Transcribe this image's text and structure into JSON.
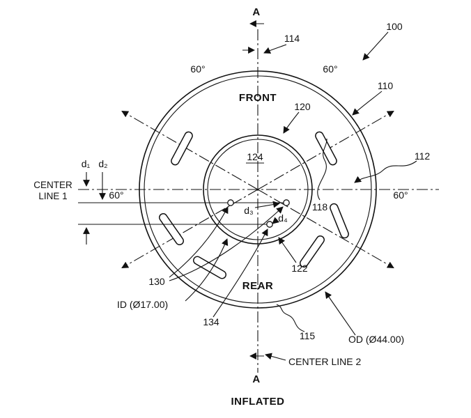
{
  "figure": {
    "section_marker": "A",
    "front": "FRONT",
    "rear": "REAR",
    "state": "INFLATED",
    "center_line_1_a": "CENTER",
    "center_line_1_b": "LINE 1",
    "center_line_2": "CENTER LINE 2",
    "id_dim": "ID (Ø17.00)",
    "od_dim": "OD (Ø44.00)",
    "angle": "60°",
    "d1": "d₁",
    "d2": "d₂",
    "d3": "d₃",
    "d4": "d₄",
    "refs": {
      "r100": "100",
      "r110": "110",
      "r112": "112",
      "r114": "114",
      "r115": "115",
      "r118": "118",
      "r120": "120",
      "r122": "122",
      "r124": "124",
      "r130": "130",
      "r134": "134"
    }
  }
}
